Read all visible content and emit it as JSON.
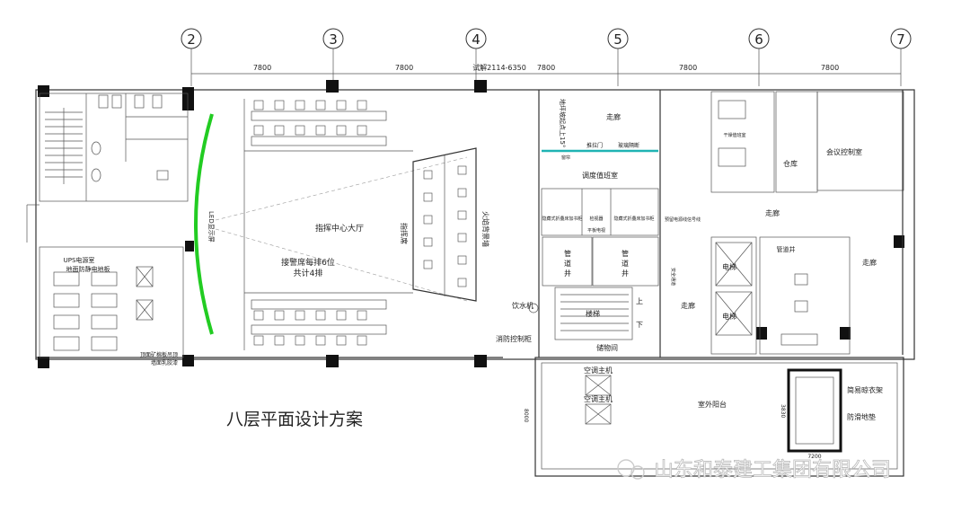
{
  "grid": {
    "axes": [
      "2",
      "3",
      "4",
      "5",
      "6",
      "7"
    ],
    "spacings": [
      "7800",
      "7800",
      "7800",
      "7800",
      "7800"
    ],
    "annotation": "试解2114-6350"
  },
  "rooms": {
    "ups": "UPS电源室",
    "ups_floor": "地面防静电地板",
    "led": "LED显示屏",
    "hall": "指挥中心大厅",
    "seats_line1": "接警席每排6位",
    "seats_line2": "共计4排",
    "command_seats": "指挥席",
    "back_wall": "火焰背景墙",
    "ceiling_note1": "顶面矿棉板吊顶",
    "ceiling_note2": "墙面乳胶漆",
    "corridor_top": "走廊",
    "slope_note": "地坪坡起点上15°",
    "glass_door": "推拉门",
    "glass_partition": "玻璃隔断",
    "small_window": "窗帘",
    "dispatch": "调度值班室",
    "hidden_bed1": "隐藏式折叠床加书柜",
    "hidden_bed2": "隐藏式折叠床加书柜",
    "monitor": "检视器",
    "tv_wall": "平板电视",
    "reserved_line": "预留电源线信号线",
    "shaft1_a": "管",
    "shaft1_b": "道",
    "shaft1_c": "井",
    "shaft2_a": "管",
    "shaft2_b": "道",
    "shaft2_c": "井",
    "water": "饮水机",
    "stairs": "楼梯",
    "up": "上",
    "down": "下",
    "fire_cabinet": "消防控制柜",
    "storage": "储物间",
    "corridor_mid": "走廊",
    "safety_exit": "安全通道",
    "ac1": "空调主机",
    "ac2": "空调主机",
    "balcony": "室外阳台",
    "warehouse": "仓库",
    "meeting": "会议控制室",
    "corridor_right": "走廊",
    "corridor_right2": "走廊",
    "elevator1": "电梯",
    "elevator2": "电梯",
    "pipe_well": "管道井",
    "dorm_label": "干燥值班室",
    "drying_rack": "简易晾衣架",
    "anti_slip": "防滑地垫",
    "dim_8000": "8000",
    "dim_3830": "3830",
    "dim_7200": "7200"
  },
  "title": "八层平面设计方案",
  "watermark": "山东和泰建工集团有限公司",
  "colors": {
    "led_screen": "#22cc22",
    "glass": "#1fb3b3"
  }
}
